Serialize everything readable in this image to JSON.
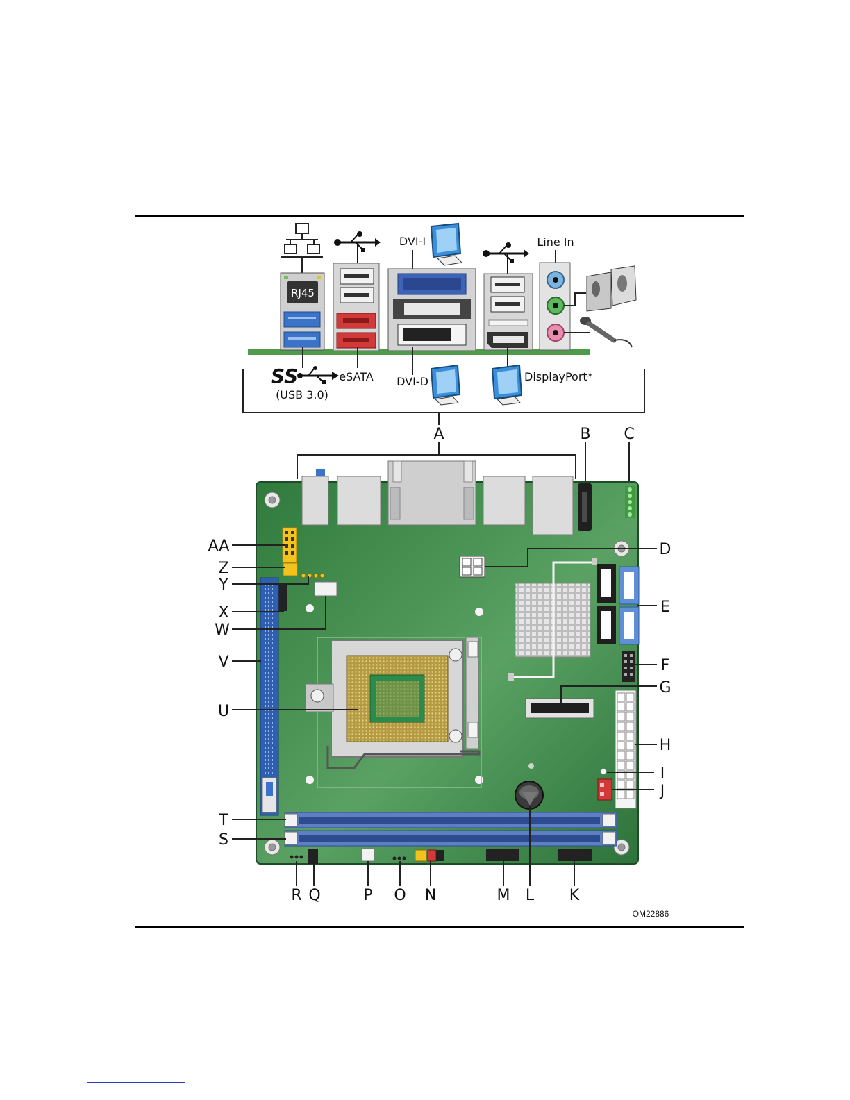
{
  "io_panel": {
    "labels": {
      "rj45": "RJ45",
      "usb30": "(USB 3.0)",
      "esata": "eSATA",
      "dvi_i": "DVI-I",
      "dvi_d": "DVI-D",
      "displayport": "DisplayPort*",
      "line_in": "Line In"
    }
  },
  "callouts": {
    "A": "A",
    "B": "B",
    "C": "C",
    "D": "D",
    "E": "E",
    "F": "F",
    "G": "G",
    "H": "H",
    "I": "I",
    "J": "J",
    "K": "K",
    "L": "L",
    "M": "M",
    "N": "N",
    "O": "O",
    "P": "P",
    "Q": "Q",
    "R": "R",
    "S": "S",
    "T": "T",
    "U": "U",
    "V": "V",
    "W": "W",
    "X": "X",
    "Y": "Y",
    "Z": "Z",
    "AA": "AA"
  },
  "figure_id": "OM22886",
  "colors": {
    "board": "#3c8b4a",
    "board_dark": "#2b6c36",
    "dimm_blue": "#5f7fc4",
    "usb3_blue": "#3a73c8",
    "esata_red": "#d23a3a",
    "header_yellow": "#f2c31c",
    "line_in_blue": "#7db4e0",
    "line_out_green": "#5cb85c",
    "mic_pink": "#e88cb0"
  }
}
